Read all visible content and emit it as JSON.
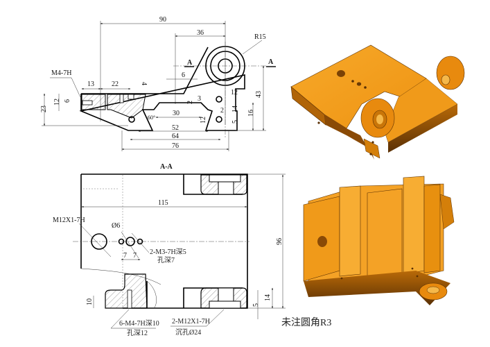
{
  "drawing": {
    "type": "engineering-drawing",
    "top_view": {
      "section_marker_left": "A",
      "section_marker_right": "A",
      "radius_label": "R15",
      "thread_callout": "M4-7H",
      "dimensions": {
        "overall_90": "90",
        "d36": "36",
        "d6": "6",
        "d13": "13",
        "d22": "22",
        "d4": "4",
        "d23": "23",
        "d12_left": "12",
        "d6_left": "6",
        "d30": "30",
        "d2_a": "2",
        "d3": "3",
        "d2_b": "2",
        "d12_slot": "12",
        "d12_right": "12",
        "d14": "14",
        "d5": "5",
        "d16": "16",
        "d43": "43",
        "d52": "52",
        "d64": "64",
        "d76": "76",
        "angle": "60°"
      }
    },
    "section_view": {
      "title": "A-A",
      "dimensions": {
        "d115": "115",
        "d96": "96",
        "d7_a": "7",
        "d7_b": "7",
        "d10": "10",
        "d14": "14",
        "d5": "5",
        "dia6": "Ø6"
      },
      "callouts": {
        "m12_thread": "M12X1-7H",
        "m3_line1": "2-M3-7H深5",
        "m3_line2": "孔深7",
        "m4_line1": "6-M4-7H深10",
        "m4_line2": "孔深12",
        "m12_bottom_line1": "2-M12X1-7H",
        "m12_bottom_line2": "沉孔Ø24"
      }
    },
    "general_note": "未注圆角R3",
    "render_colors": {
      "part_light": "#f5a623",
      "part_mid": "#e08a0c",
      "part_dark": "#6b3a05",
      "part_shadow": "#3d2004"
    }
  }
}
